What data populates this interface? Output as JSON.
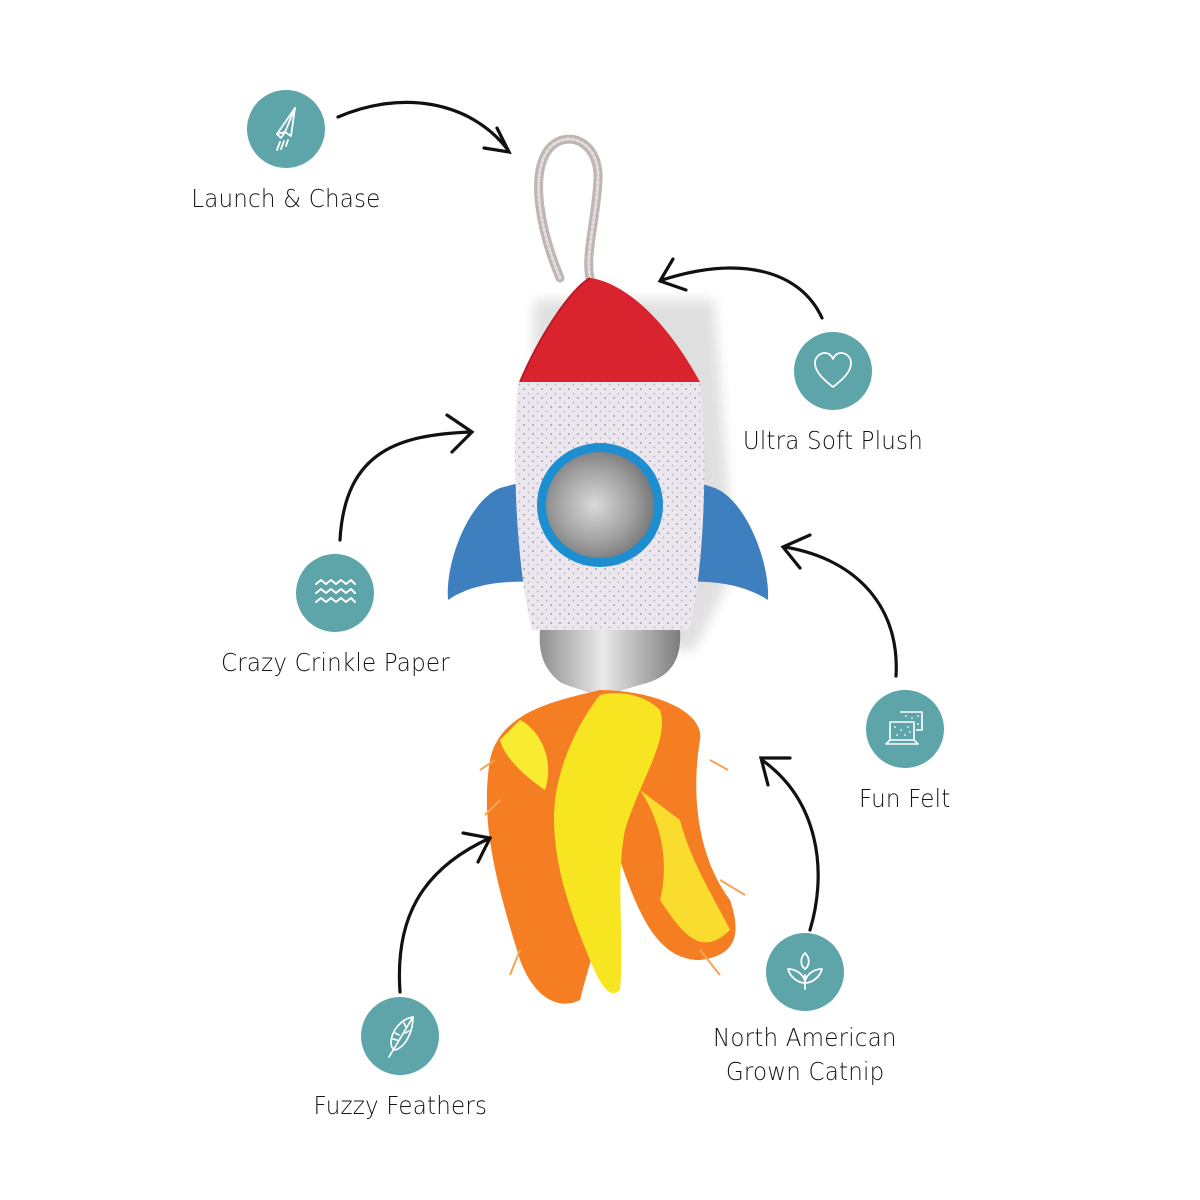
{
  "colors": {
    "badge_teal": "#5ea5a9",
    "label_text": "#141414",
    "arrow": "#111111",
    "rocket_nose_red": "#d9232e",
    "rocket_body_white": "#ece6ee",
    "rocket_fin_blue": "#3e7fbf",
    "porthole_ring_blue": "#1d8fd0",
    "porthole_silver": "#a8a8a8",
    "feather_orange": "#f57a1c",
    "feather_yellow": "#f6e21a"
  },
  "product": {
    "name": "rocket-cat-toy"
  },
  "features": [
    {
      "id": "launch-chase",
      "label": "Launch & Chase",
      "icon": "paper-plane-icon"
    },
    {
      "id": "ultra-soft-plush",
      "label": "Ultra Soft Plush",
      "icon": "heart-icon"
    },
    {
      "id": "crazy-crinkle-paper",
      "label": "Crazy Crinkle Paper",
      "icon": "waves-icon"
    },
    {
      "id": "fun-felt",
      "label": "Fun Felt",
      "icon": "felt-sheets-icon"
    },
    {
      "id": "north-american-catnip",
      "label_line1": "North American",
      "label_line2": "Grown Catnip",
      "icon": "sprout-icon"
    },
    {
      "id": "fuzzy-feathers",
      "label": "Fuzzy Feathers",
      "icon": "feather-icon"
    }
  ]
}
